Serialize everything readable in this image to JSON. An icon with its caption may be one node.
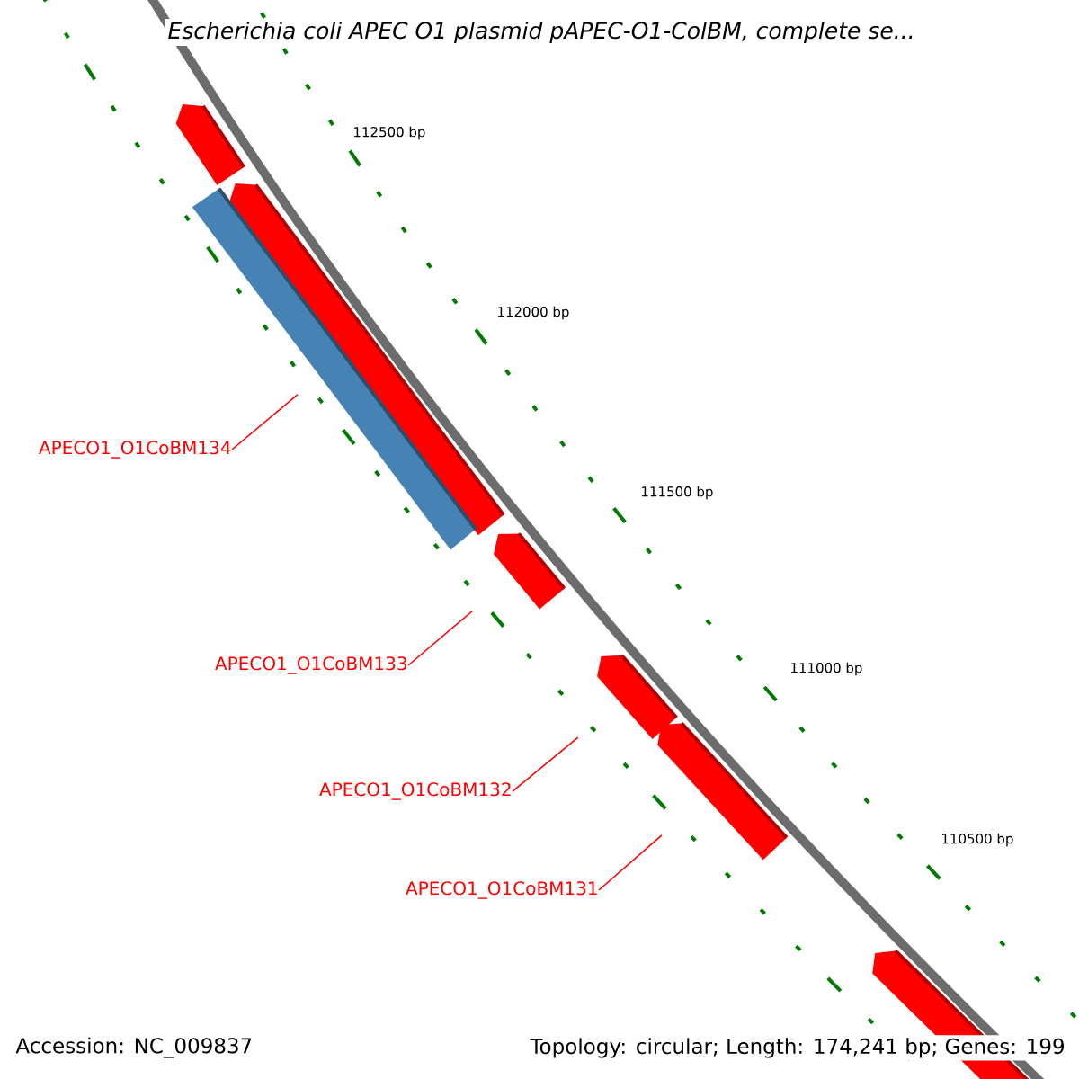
{
  "diagram": {
    "title": "Escherichia coli APEC O1 plasmid pAPEC-O1-ColBM, complete se...",
    "nodes": [
      {
        "text": [],
        "shape": "bar"
      },
      {
        "text": [],
        "shape": "bar"
      },
      {
        "text": [],
        "shape": "bar"
      },
      {
        "text": [
          "APECO1_O1CoBM134"
        ]
      },
      {
        "text": [],
        "shape": "bar"
      },
      {
        "text": [
          "APECO1_O1CoBM133"
        ]
      },
      {
        "text": [],
        "shape": "bar"
      },
      {
        "text": [
          "APECO1_O1CoBM132"
        ]
      },
      {
        "text": [],
        "shape": "bar"
      },
      {
        "text": [
          "APECO1_O1CoBM131"
        ]
      },
      {
        "text": [],
        "shape": "bar"
      }
    ],
    "edges": [
      {
        "from": 3,
        "to": 2,
        "arrow": "none"
      },
      {
        "from": 5,
        "to": 4,
        "arrow": "none"
      },
      {
        "from": 7,
        "to": 6,
        "arrow": "none"
      },
      {
        "from": 9,
        "to": 8,
        "arrow": "none"
      }
    ],
    "labels": [
      "112500 bp",
      "112000 bp",
      "111500 bp",
      "111000 bp",
      "110500 bp",
      "Accession: NC_009837",
      "Topology: circular; Length: 174,241 bp; Genes: 199"
    ]
  }
}
